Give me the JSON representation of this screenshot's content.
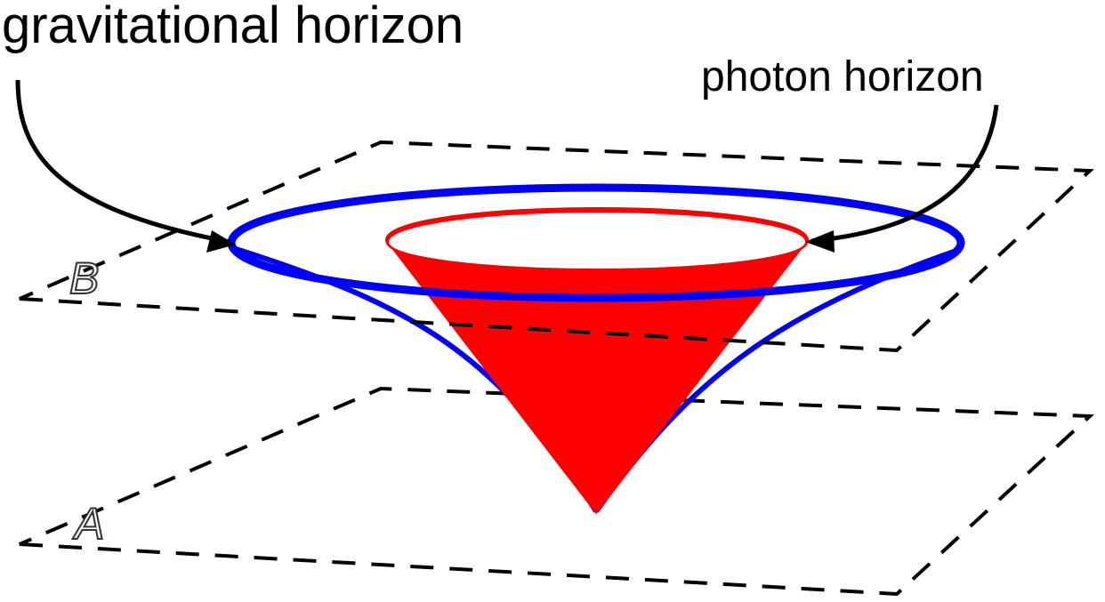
{
  "labels": {
    "gravitational_horizon": "gravitational horizon",
    "photon_horizon": "photon horizon",
    "plane_lower": "A",
    "plane_upper": "B"
  },
  "colors": {
    "gravitational_horizon": "#0000ff",
    "photon_horizon": "#ff0000",
    "planes": "#000000",
    "arrows": "#000000",
    "background": "#ffffff"
  }
}
